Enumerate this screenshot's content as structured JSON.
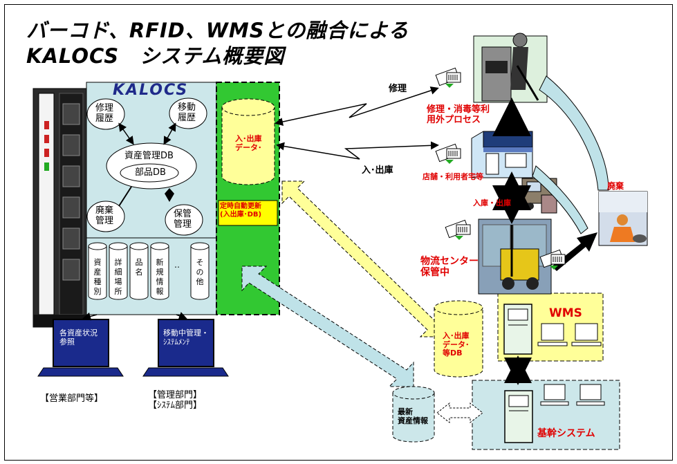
{
  "title": {
    "line1": "バーコド、RFID、WMSとの融合による",
    "line2": "KALOCS　システム概要図"
  },
  "kalocs": {
    "label": "KALOCS",
    "nodes": {
      "repair_history": [
        "修理",
        "履歴"
      ],
      "move_history": [
        "移動",
        "履歴"
      ],
      "asset_db": "資産管理DB",
      "parts_db": "部品DB",
      "disposal": [
        "廃棄",
        "管理"
      ],
      "storage": [
        "保管",
        "管理"
      ]
    },
    "cylinders": [
      "資産種別",
      "詳細場所",
      "品名",
      "新規情報",
      "‥",
      "その他"
    ]
  },
  "green_panel": {
    "in_out_data": [
      "入･出庫",
      "データ･"
    ],
    "auto_update": [
      "定時自動更新",
      "(入出庫･DB)"
    ]
  },
  "arrow_labels": {
    "repair": "修理",
    "in_out": "入･出庫"
  },
  "process_labels": {
    "repair_process": [
      "修理・消毒等利",
      "用外プロセス"
    ],
    "store_usage": "店舗・利用者宅等",
    "in_out_warehouse": "入庫・出庫",
    "logistics_center": [
      "物流センター",
      "保管中"
    ],
    "disposal": "廃棄"
  },
  "wms": {
    "label": "WMS",
    "db_label": [
      "入･出庫",
      "データ･",
      "等DB"
    ]
  },
  "core": {
    "label": "基幹システム",
    "latest_db": [
      "最新",
      "資産情報"
    ]
  },
  "laptops": [
    {
      "screen": [
        "各資産状況",
        "参照"
      ],
      "caption": [
        "【営業部門等】"
      ]
    },
    {
      "screen": [
        "移動中管理・",
        "ｼｽﾃﾑﾒﾝﾃ"
      ],
      "caption": [
        "【管理部門】",
        "【ｼｽﾃﾑ部門】"
      ]
    }
  ],
  "colors": {
    "kalocs_bg": "#cce7ea",
    "green_panel": "#32c832",
    "yellow_panel": "#ffff99",
    "cyan_panel": "#cce7ea",
    "accent_red": "#e00000",
    "kalocs_text": "#1f2a8a"
  }
}
